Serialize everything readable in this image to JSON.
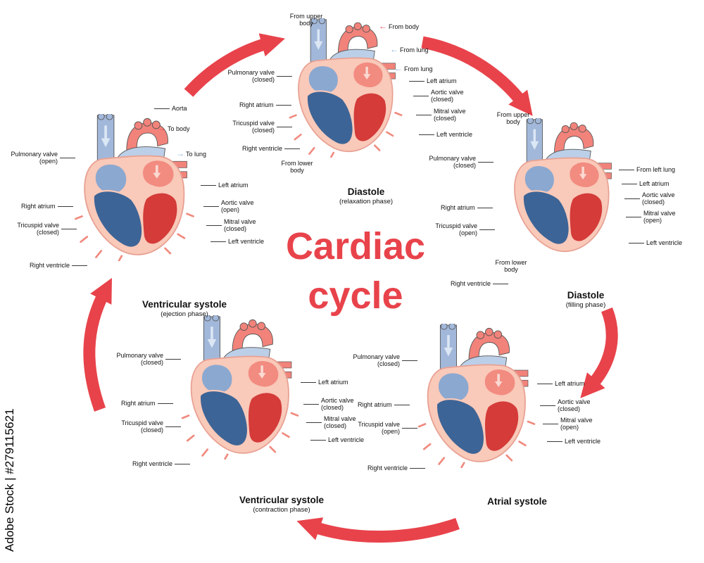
{
  "watermark": "Adobe Stock | #279115621",
  "title": {
    "line1": "Cardiac",
    "line2": "cycle"
  },
  "colors": {
    "accent_red": "#E8434B",
    "heart_outer_pink": "#F9C9B9",
    "right_heart_blue": "#3D6496",
    "right_atrium_blue": "#8BA8D0",
    "left_heart_red": "#D43B39",
    "left_atrium_salmon": "#F28B80",
    "vessel_blue": "#A2B8DA"
  },
  "icons": {
    "arrow_left": "←",
    "arrow_right": "→"
  },
  "phases": [
    {
      "name": "Diastole",
      "phase_note": "(relaxation phase)",
      "labels": [
        "From upper body",
        "From body",
        "From lung",
        "From lung",
        "Left atrium",
        "Aortic valve (closed)",
        "Mitral valve (closed)",
        "Left ventricle",
        "Pulmonary valve (closed)",
        "Right atrium",
        "Tricuspid valve (closed)",
        "Right ventricle",
        "From lower body"
      ]
    },
    {
      "name": "Diastole",
      "phase_note": "(filling phase)",
      "labels": [
        "From upper body",
        "From left lung",
        "Left atrium",
        "Aortic valve (closed)",
        "Mitral valve (open)",
        "Left ventricle",
        "Pulmonary valve (closed)",
        "Right atrium",
        "Tricuspid valve (open)",
        "From lower body",
        "Right ventricle"
      ]
    },
    {
      "name": "Atrial systole",
      "phase_note": "",
      "labels": [
        "Pulmonary valve (closed)",
        "Right atrium",
        "Tricuspid valve (open)",
        "Right ventricle",
        "Left atrium",
        "Aortic valve (closed)",
        "Mitral valve (open)",
        "Left ventricle"
      ]
    },
    {
      "name": "Ventricular systole",
      "phase_note": "(contraction phase)",
      "labels": [
        "Pulmonary valve (closed)",
        "Right atrium",
        "Tricuspid valve (closed)",
        "Right ventricle",
        "Left atrium",
        "Aortic valve (closed)",
        "Mitral valve (closed)",
        "Left ventricle"
      ]
    },
    {
      "name": "Ventricular systole",
      "phase_note": "(ejection phase)",
      "labels": [
        "Aorta",
        "To body",
        "To lung",
        "Pulmonary valve (open)",
        "Right atrium",
        "Tricuspid valve (closed)",
        "Right ventricle",
        "Left atrium",
        "Aortic valve (open)",
        "Mitral valve (closed)",
        "Left ventricle"
      ]
    }
  ]
}
